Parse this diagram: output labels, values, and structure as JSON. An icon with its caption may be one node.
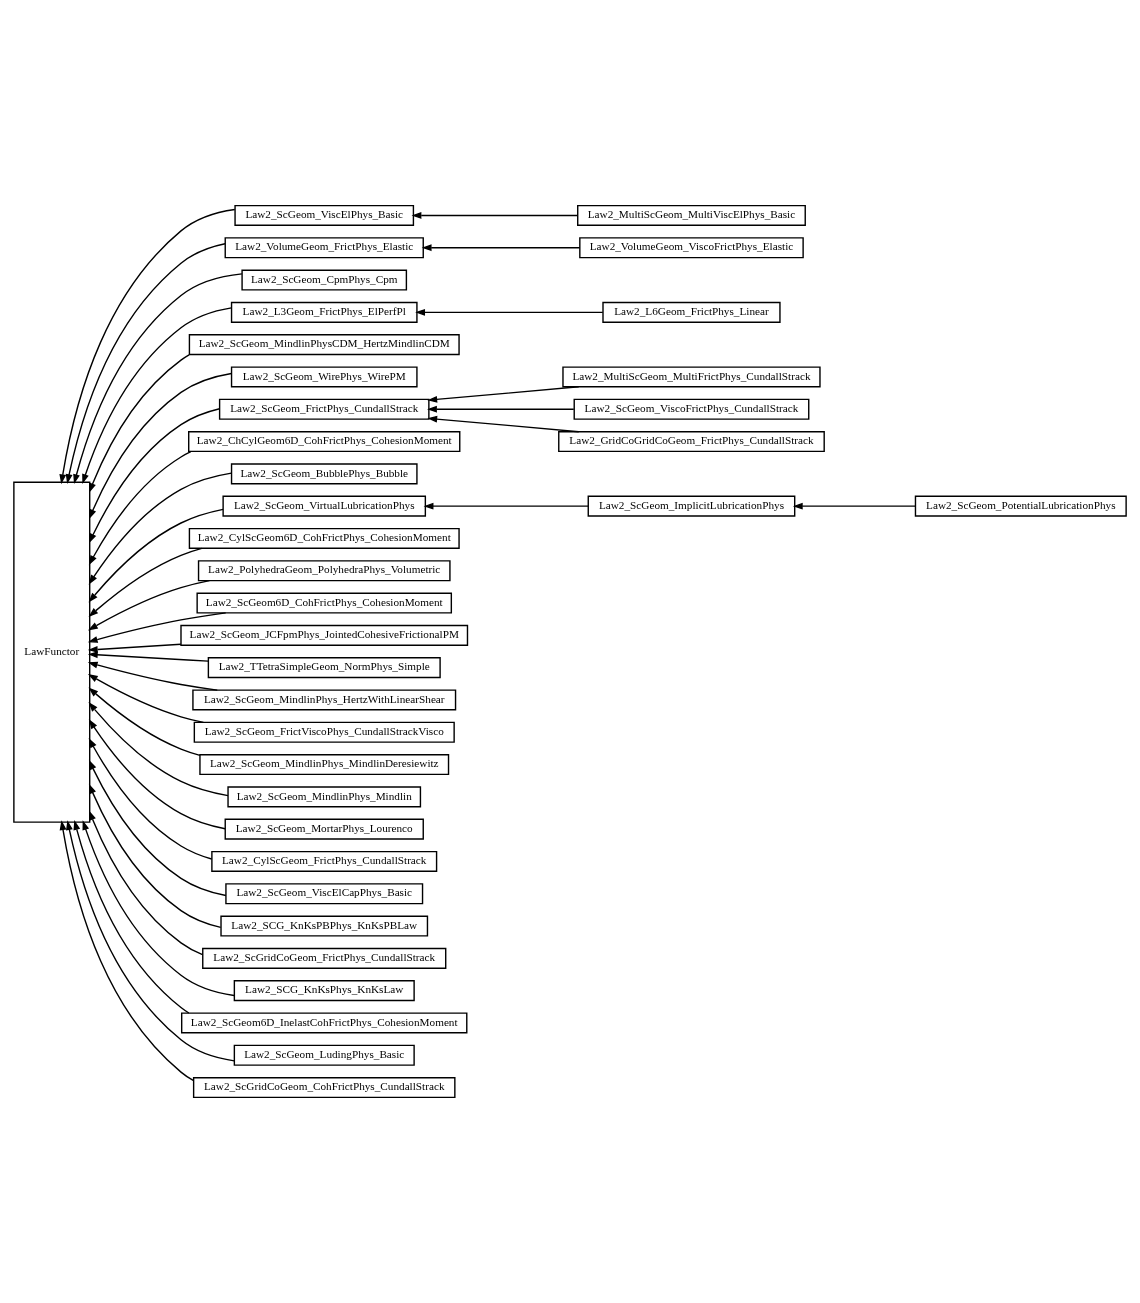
{
  "diagram": {
    "nodes": [
      {
        "text": [
          "LawFunctor"
        ]
      },
      {
        "text": [
          "Law2_ScGeom_ViscElPhys_Basic"
        ]
      },
      {
        "text": [
          "Law2_MultiScGeom_MultiViscElPhys_Basic"
        ]
      },
      {
        "text": [
          "Law2_VolumeGeom_FrictPhys_Elastic"
        ]
      },
      {
        "text": [
          "Law2_VolumeGeom_ViscoFrictPhys_Elastic"
        ]
      },
      {
        "text": [
          "Law2_ScGeom_CpmPhys_Cpm"
        ]
      },
      {
        "text": [
          "Law2_L3Geom_FrictPhys_ElPerfPl"
        ]
      },
      {
        "text": [
          "Law2_L6Geom_FrictPhys_Linear"
        ]
      },
      {
        "text": [
          "Law2_ScGeom_MindlinPhysCDM_HertzMindlinCDM"
        ]
      },
      {
        "text": [
          "Law2_ScGeom_WirePhys_WirePM"
        ]
      },
      {
        "text": [
          "Law2_MultiScGeom_MultiFrictPhys_CundallStrack"
        ]
      },
      {
        "text": [
          "Law2_ScGeom_FrictPhys_CundallStrack"
        ]
      },
      {
        "text": [
          "Law2_ScGeom_ViscoFrictPhys_CundallStrack"
        ]
      },
      {
        "text": [
          "Law2_ChCylGeom6D_CohFrictPhys_CohesionMoment"
        ]
      },
      {
        "text": [
          "Law2_GridCoGridCoGeom_FrictPhys_CundallStrack"
        ]
      },
      {
        "text": [
          "Law2_ScGeom_BubblePhys_Bubble"
        ]
      },
      {
        "text": [
          "Law2_ScGeom_VirtualLubricationPhys"
        ]
      },
      {
        "text": [
          "Law2_ScGeom_ImplicitLubricationPhys"
        ]
      },
      {
        "text": [
          "Law2_ScGeom_PotentialLubricationPhys"
        ]
      },
      {
        "text": [
          "Law2_CylScGeom6D_CohFrictPhys_CohesionMoment"
        ]
      },
      {
        "text": [
          "Law2_PolyhedraGeom_PolyhedraPhys_Volumetric"
        ]
      },
      {
        "text": [
          "Law2_ScGeom6D_CohFrictPhys_CohesionMoment"
        ]
      },
      {
        "text": [
          "Law2_ScGeom_JCFpmPhys_JointedCohesiveFrictionalPM"
        ]
      },
      {
        "text": [
          "Law2_TTetraSimpleGeom_NormPhys_Simple"
        ]
      },
      {
        "text": [
          "Law2_ScGeom_MindlinPhys_HertzWithLinearShear"
        ]
      },
      {
        "text": [
          "Law2_ScGeom_FrictViscoPhys_CundallStrackVisco"
        ]
      },
      {
        "text": [
          "Law2_ScGeom_MindlinPhys_MindlinDeresiewitz"
        ]
      },
      {
        "text": [
          "Law2_ScGeom_MindlinPhys_Mindlin"
        ]
      },
      {
        "text": [
          "Law2_ScGeom_MortarPhys_Lourenco"
        ]
      },
      {
        "text": [
          "Law2_CylScGeom_FrictPhys_CundallStrack"
        ]
      },
      {
        "text": [
          "Law2_ScGeom_ViscElCapPhys_Basic"
        ]
      },
      {
        "text": [
          "Law2_SCG_KnKsPBPhys_KnKsPBLaw"
        ]
      },
      {
        "text": [
          "Law2_ScGridCoGeom_FrictPhys_CundallStrack"
        ]
      },
      {
        "text": [
          "Law2_SCG_KnKsPhys_KnKsLaw"
        ]
      },
      {
        "text": [
          "Law2_ScGeom6D_InelastCohFrictPhys_CohesionMoment"
        ]
      },
      {
        "text": [
          "Law2_ScGeom_LudingPhys_Basic"
        ]
      },
      {
        "text": [
          "Law2_ScGridCoGeom_CohFrictPhys_CundallStrack"
        ]
      }
    ],
    "edges": [
      {
        "from": 1,
        "to": 0,
        "arrow": "to"
      },
      {
        "from": 2,
        "to": 1,
        "arrow": "to"
      },
      {
        "from": 3,
        "to": 0,
        "arrow": "to"
      },
      {
        "from": 4,
        "to": 3,
        "arrow": "to"
      },
      {
        "from": 5,
        "to": 0,
        "arrow": "to"
      },
      {
        "from": 6,
        "to": 0,
        "arrow": "to"
      },
      {
        "from": 7,
        "to": 6,
        "arrow": "to"
      },
      {
        "from": 8,
        "to": 0,
        "arrow": "to"
      },
      {
        "from": 9,
        "to": 0,
        "arrow": "to"
      },
      {
        "from": 10,
        "to": 11,
        "arrow": "to"
      },
      {
        "from": 11,
        "to": 0,
        "arrow": "to"
      },
      {
        "from": 12,
        "to": 11,
        "arrow": "to"
      },
      {
        "from": 13,
        "to": 0,
        "arrow": "to"
      },
      {
        "from": 14,
        "to": 11,
        "arrow": "to"
      },
      {
        "from": 15,
        "to": 0,
        "arrow": "to"
      },
      {
        "from": 16,
        "to": 0,
        "arrow": "to"
      },
      {
        "from": 17,
        "to": 16,
        "arrow": "to"
      },
      {
        "from": 18,
        "to": 17,
        "arrow": "to"
      },
      {
        "from": 19,
        "to": 0,
        "arrow": "to"
      },
      {
        "from": 20,
        "to": 0,
        "arrow": "to"
      },
      {
        "from": 21,
        "to": 0,
        "arrow": "to"
      },
      {
        "from": 22,
        "to": 0,
        "arrow": "to"
      },
      {
        "from": 23,
        "to": 0,
        "arrow": "to"
      },
      {
        "from": 24,
        "to": 0,
        "arrow": "to"
      },
      {
        "from": 25,
        "to": 0,
        "arrow": "to"
      },
      {
        "from": 26,
        "to": 0,
        "arrow": "to"
      },
      {
        "from": 27,
        "to": 0,
        "arrow": "to"
      },
      {
        "from": 28,
        "to": 0,
        "arrow": "to"
      },
      {
        "from": 29,
        "to": 0,
        "arrow": "to"
      },
      {
        "from": 30,
        "to": 0,
        "arrow": "to"
      },
      {
        "from": 31,
        "to": 0,
        "arrow": "to"
      },
      {
        "from": 32,
        "to": 0,
        "arrow": "to"
      },
      {
        "from": 33,
        "to": 0,
        "arrow": "to"
      },
      {
        "from": 34,
        "to": 0,
        "arrow": "to"
      },
      {
        "from": 35,
        "to": 0,
        "arrow": "to"
      },
      {
        "from": 36,
        "to": 0,
        "arrow": "to"
      }
    ]
  }
}
